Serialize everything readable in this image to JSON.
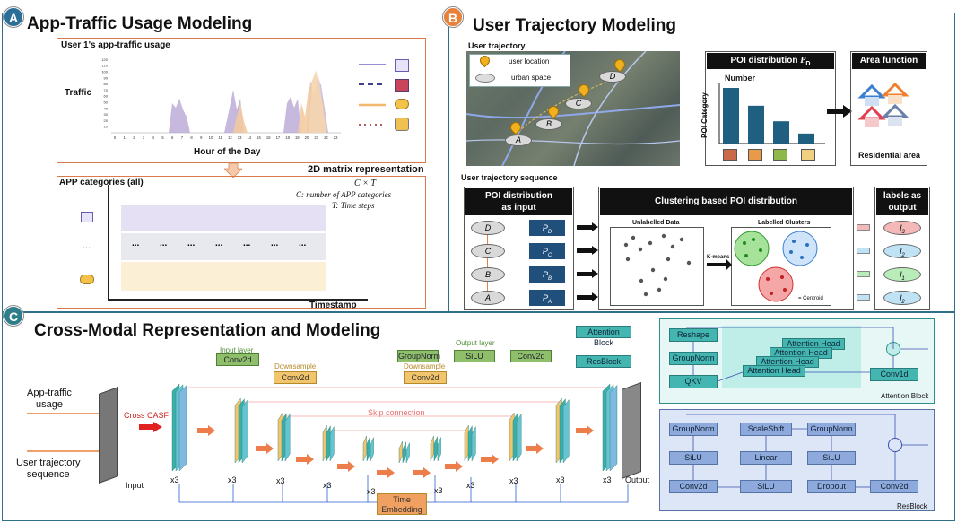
{
  "panels": {
    "a": {
      "badge": "A",
      "title": "App-Traffic Usage Modeling",
      "chart_title": "User 1's app-traffic usage",
      "ylabel": "Traffic",
      "xlabel": "Hour of the Day",
      "y_ticks": [
        "10",
        "20",
        "30",
        "40",
        "50",
        "60",
        "70",
        "80",
        "90",
        "100",
        "110",
        "120"
      ],
      "x_ticks": [
        "0",
        "1",
        "2",
        "3",
        "4",
        "5",
        "6",
        "7",
        "8",
        "9",
        "10",
        "11",
        "12",
        "13",
        "14",
        "15",
        "16",
        "17",
        "18",
        "19",
        "20",
        "21",
        "22",
        "23"
      ],
      "matrix_title": "2D matrix representation",
      "matrix_formula": "C × T",
      "matrix_c_def": "C: number of APP categories",
      "matrix_t_def": "T: Time steps",
      "matrix_ylabel": "APP categories (all)",
      "matrix_xlabel": "Timestamp",
      "matrix_cell_text": "...",
      "matrix_row_dots": "..."
    },
    "b": {
      "badge": "B",
      "title": "User Trajectory Modeling",
      "trajectory_label": "User trajectory",
      "legend_location": "user location",
      "legend_space": "urban space",
      "poi_title": "POI distribution",
      "poi_symbol": "P",
      "poi_subscript": "D",
      "poi_ylabel": "POI Category",
      "poi_number": "Number",
      "poi_values": [
        100,
        68,
        40,
        18
      ],
      "area_title": "Area function",
      "area_label": "Residential area",
      "sequence_label": "User trajectory sequence",
      "input_title_1": "POI distribution",
      "input_title_2": "as input",
      "cluster_title": "Clustering based POI distribution",
      "unlabelled": "Unlabelled Data",
      "labelled": "Labelled Clusters",
      "kmeans": "K-means",
      "centroid": "= Centroid",
      "output_title_1": "labels as",
      "output_title_2": "output",
      "seq": [
        {
          "node": "D",
          "poi": "P",
          "poi_sub": "D",
          "label": "l",
          "label_sub": "3"
        },
        {
          "node": "C",
          "poi": "P",
          "poi_sub": "C",
          "label": "l",
          "label_sub": "2"
        },
        {
          "node": "B",
          "poi": "P",
          "poi_sub": "B",
          "label": "l",
          "label_sub": "1"
        },
        {
          "node": "A",
          "poi": "P",
          "poi_sub": "A",
          "label": "l",
          "label_sub": "2"
        }
      ],
      "map_nodes": [
        "D",
        "C",
        "B",
        "A"
      ]
    },
    "c": {
      "badge": "C",
      "title": "Cross-Modal Representation and Modeling",
      "in_app": "App-traffic usage",
      "in_app_1": "App-traffic",
      "in_app_2": "usage",
      "in_traj_1": "User trajectory",
      "in_traj_2": "sequence",
      "input": "Input",
      "cross_casf": "Cross CASF",
      "input_layer": "Input layer",
      "conv2d": "Conv2d",
      "downsample": "Downsample",
      "output_layer": "Output layer",
      "groupnorm": "GroupNorm",
      "silu": "SiLU",
      "skip": "Skip connection",
      "time_1": "Time",
      "time_2": "Embedding",
      "output": "Output",
      "x3": "x3",
      "legend_attention": "Attention Block",
      "legend_res": "ResBlock",
      "att": {
        "reshape": "Reshape",
        "groupnorm": "GroupNorm",
        "qkv": "QKV",
        "head": "Attention Head",
        "conv1d": "Conv1d",
        "name": "Attention Block"
      },
      "res": {
        "groupnorm": "GroupNorm",
        "silu": "SiLU",
        "conv2d": "Conv2d",
        "scaleshift": "ScaleShift",
        "linear": "Linear",
        "dropout": "Dropout",
        "name": "ResBlock"
      }
    }
  },
  "colors": {
    "badge_a": "#2a6f97",
    "badge_b": "#e8823a",
    "badge_c": "#2e7d8a",
    "panel_border": "#2f6f87",
    "poi_bar": "#1f5f80",
    "purple": "#b9a6d6",
    "orange_fill": "#f3c99c",
    "teal": "#3bb0a8",
    "blue_box": "#8ea9dc"
  }
}
